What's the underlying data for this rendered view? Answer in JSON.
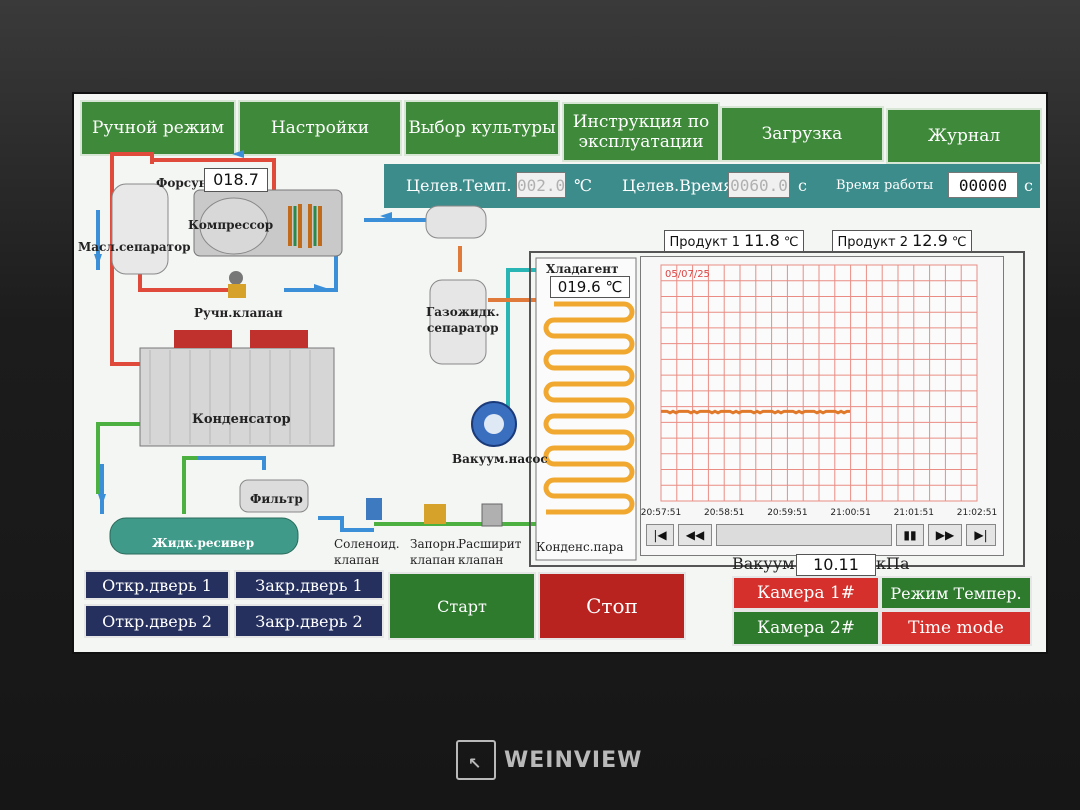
{
  "menu": {
    "manual_mode": "Ручной режим",
    "settings": "Настройки",
    "crop_choice": "Выбор культуры",
    "instructions_line1": "Инструкция по",
    "instructions_line2": "эксплуатации",
    "loading": "Загрузка",
    "journal": "Журнал"
  },
  "infobar": {
    "target_temp_label": "Целев.Темп.",
    "target_temp_value": "002.0",
    "temp_unit": "℃",
    "target_time_label": "Целев.Время",
    "target_time_value": "0060.0",
    "time_unit": "с",
    "run_time_label": "Время работы",
    "run_time_value": "00000",
    "run_time_unit": "с"
  },
  "schematic": {
    "nozzle_label": "Форсун",
    "nozzle_value": "018.7",
    "compressor_label": "Компрессор",
    "oil_separator_label": "Масл.сепаратор",
    "manual_valve_label": "Ручн.клапан",
    "gas_liquid_separator_line1": "Газожидк.",
    "gas_liquid_separator_line2": "сепаратор",
    "condenser_label": "Конденсатор",
    "vacuum_pump_label": "Вакуум.насос",
    "filter_label": "Фильтр",
    "receiver_label": "Жидк.ресивер",
    "solenoid_line1": "Соленоид.",
    "solenoid_line2": "клапан",
    "shutoff_line1": "Запорн.",
    "shutoff_line2": "клапан",
    "expansion_line1": "Расширит",
    "expansion_line2": "клапан",
    "steam_condenser_label": "Конденс.пара",
    "refrigerant_label": "Хладагент",
    "refrigerant_value": "019.6",
    "refrigerant_unit": "℃",
    "product1_label": "Продукт 1",
    "product1_value": "11.8",
    "product1_unit": "℃",
    "product2_label": "Продукт 2",
    "product2_value": "12.9",
    "product2_unit": "℃",
    "vacuum_label": "Вакуум",
    "vacuum_value": "10.11",
    "vacuum_unit": "кПа"
  },
  "chart_data": {
    "type": "line",
    "date_label": "05/07/25",
    "x_ticks": [
      "20:57:51",
      "20:58:51",
      "20:59:51",
      "21:00:51",
      "21:01:51",
      "21:02:51"
    ],
    "grid": true,
    "series": [
      {
        "color": "#e07a2a",
        "x_start": "20:57:51",
        "x_end": "21:00:51",
        "level": 0.62
      }
    ]
  },
  "chart_nav": {
    "first": "|◀",
    "rewind": "◀◀",
    "pause": "▮▮",
    "forward": "▶▶",
    "last": "▶|"
  },
  "buttons": {
    "open_door1": "Откр.дверь 1",
    "close_door1": "Закр.дверь 1",
    "open_door2": "Откр.дверь 2",
    "close_door2": "Закр.дверь 2",
    "start": "Старт",
    "stop": "Стоп",
    "camera1": "Камера 1#",
    "camera2": "Камера 2#",
    "temp_mode": "Режим Темпер.",
    "time_mode": "Time mode"
  },
  "brand": "WEINVIEW",
  "colors": {
    "hot_line": "#e04a3a",
    "cold_line": "#3b8fd8",
    "liquid_line": "#4bb040",
    "refrigerant_coil": "#f0a830",
    "chart_grid": "#ea8c84",
    "menu_green": "#3f8a3a",
    "infobar_teal": "#3d8c8c"
  }
}
